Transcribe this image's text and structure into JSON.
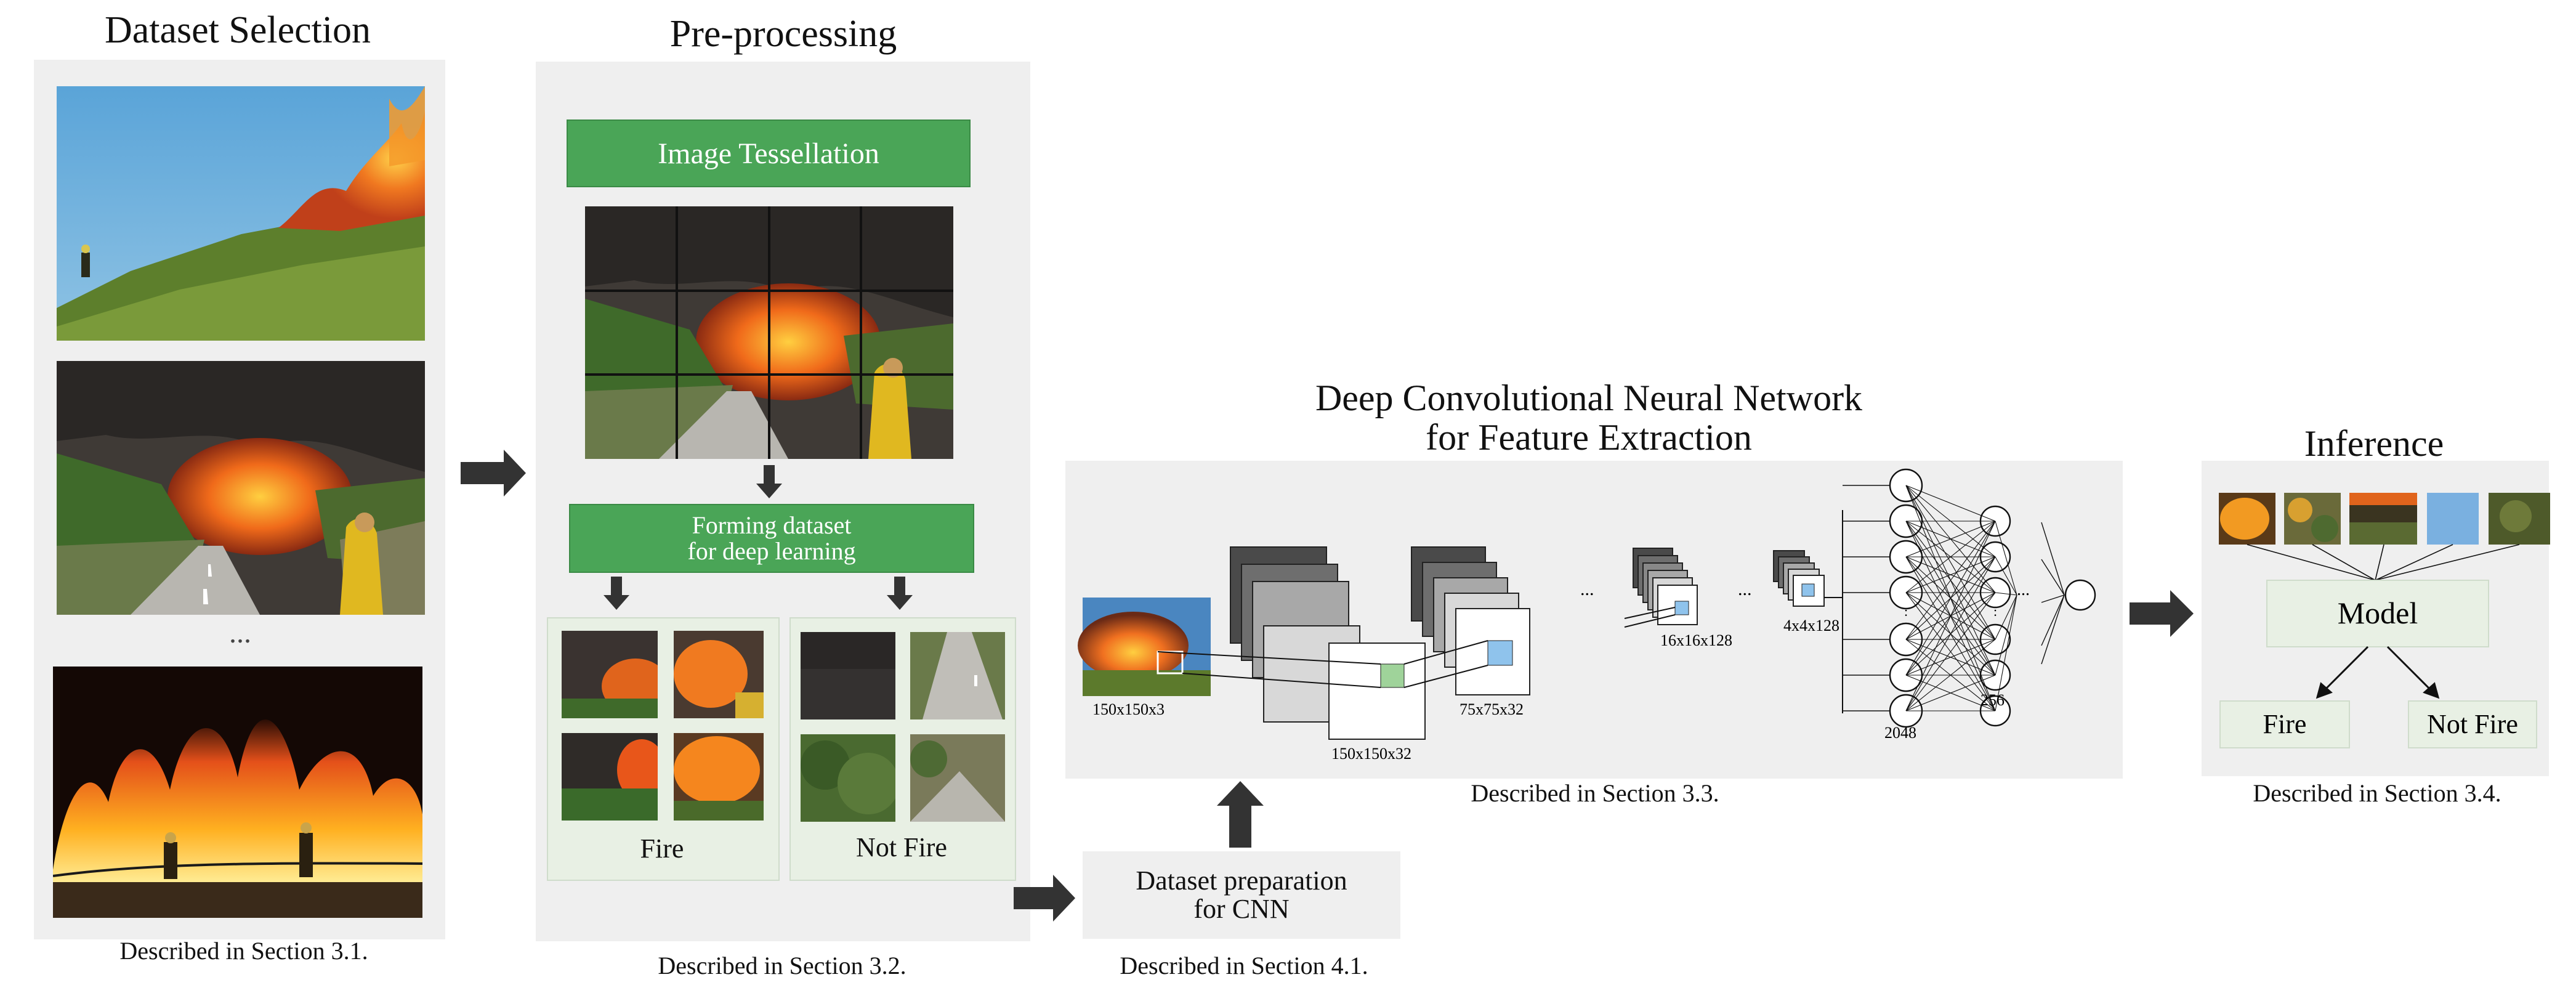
{
  "dataset_selection": {
    "title": "Dataset Selection",
    "ellipsis": "...",
    "caption": "Described in Section 3.1."
  },
  "preprocessing": {
    "title": "Pre-processing",
    "tessellation_label": "Image Tessellation",
    "forming_line1": "Forming dataset",
    "forming_line2": "for deep learning",
    "fire_label": "Fire",
    "not_fire_label": "Not Fire",
    "caption": "Described in Section 3.2."
  },
  "dataset_prep": {
    "line1": "Dataset preparation",
    "line2": "for CNN",
    "caption": "Described in Section 4.1."
  },
  "cnn": {
    "title_line1": "Deep Convolutional Neural Network",
    "title_line2": "for Feature Extraction",
    "dims": {
      "input": "150x150x3",
      "conv1": "150x150x32",
      "conv2": "75x75x32",
      "conv3": "16x16x128",
      "conv4": "4x4x128",
      "dense1": "2048",
      "dense2": "256"
    },
    "ellipsis": "...",
    "caption": "Described in Section 3.3."
  },
  "inference": {
    "title": "Inference",
    "model_label": "Model",
    "fire_label": "Fire",
    "not_fire_label": "Not Fire",
    "caption": "Described in Section 3.4."
  },
  "colors": {
    "panel": "#efefef",
    "green": "#4aa557",
    "pale_green": "#e8f0e4",
    "arrow": "#333333",
    "highlight_green": "#9fd39a",
    "highlight_blue": "#8fc3ec"
  }
}
